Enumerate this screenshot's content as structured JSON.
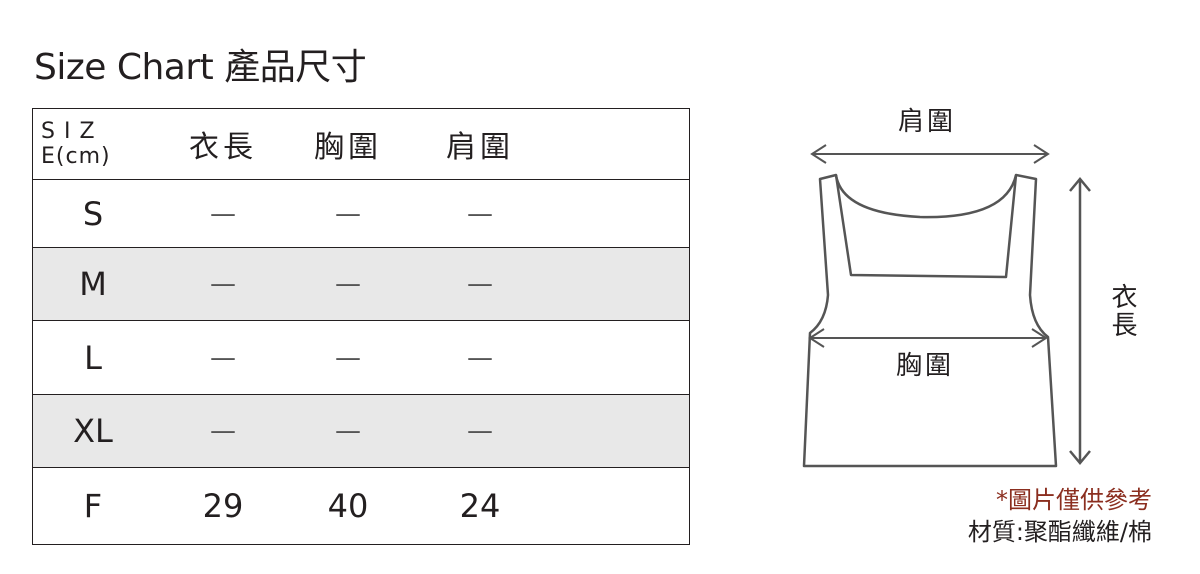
{
  "title": "Size Chart 產品尺寸",
  "table": {
    "header": [
      "S I Z E(cm)",
      "衣長",
      "胸圍",
      "肩圍"
    ],
    "rows": [
      {
        "size": "S",
        "values": [
          "—",
          "—",
          "—"
        ],
        "shaded": false
      },
      {
        "size": "M",
        "values": [
          "—",
          "—",
          "—"
        ],
        "shaded": true
      },
      {
        "size": "L",
        "values": [
          "—",
          "—",
          "—"
        ],
        "shaded": false
      },
      {
        "size": "XL",
        "values": [
          "—",
          "—",
          "—"
        ],
        "shaded": true
      },
      {
        "size": "F",
        "values": [
          "29",
          "40",
          "24"
        ],
        "shaded": false
      }
    ]
  },
  "diagram": {
    "shoulder_label": "肩圍",
    "chest_label": "胸圍",
    "length_label": "衣長"
  },
  "notes": {
    "disclaimer": "*圖片僅供參考",
    "material": "材質:聚酯纖維/棉"
  },
  "colors": {
    "shaded_row": "#e8e8e8",
    "disclaimer_red": "#8b2e1f",
    "garment_outline": "#555555"
  }
}
